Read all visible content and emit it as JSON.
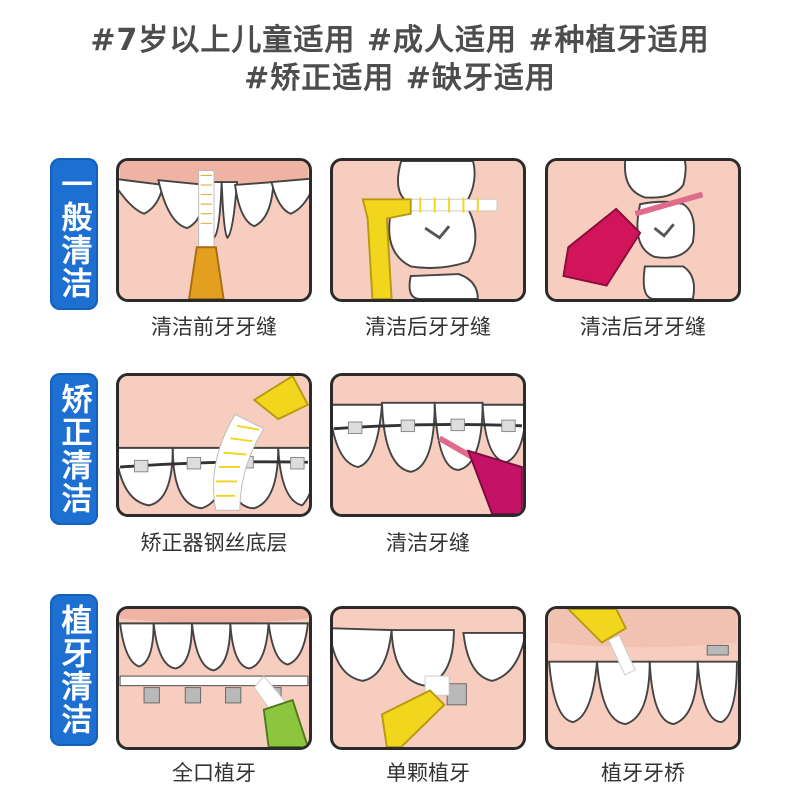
{
  "header": {
    "line1": "#7岁以上儿童适用 #成人适用 #种植牙适用",
    "line2": "#矫正适用 #缺牙适用"
  },
  "sections": [
    {
      "label": "一般清洁",
      "panels": [
        {
          "caption": "清洁前牙牙缝",
          "icon": "front-teeth-brush-icon"
        },
        {
          "caption": "清洁后牙牙缝",
          "icon": "molar-brush-yellow-icon"
        },
        {
          "caption": "清洁后牙牙缝",
          "icon": "molar-brush-pink-icon"
        }
      ]
    },
    {
      "label": "矫正清洁",
      "panels": [
        {
          "caption": "矫正器钢丝底层",
          "icon": "braces-wire-brush-icon"
        },
        {
          "caption": "清洁牙缝",
          "icon": "braces-gap-brush-icon"
        }
      ]
    },
    {
      "label": "植牙清洁",
      "panels": [
        {
          "caption": "全口植牙",
          "icon": "full-implant-icon"
        },
        {
          "caption": "单颗植牙",
          "icon": "single-implant-icon"
        },
        {
          "caption": "植牙牙桥",
          "icon": "implant-bridge-icon"
        }
      ]
    }
  ],
  "colors": {
    "tab_blue": "#1d6fd1",
    "gum_pink": "#f7cdbf",
    "tooth_white": "#ffffff",
    "brush_orange": "#e3a020",
    "brush_yellow": "#f2d61e",
    "brush_pink": "#d2145a",
    "brush_green": "#8cc63f"
  }
}
